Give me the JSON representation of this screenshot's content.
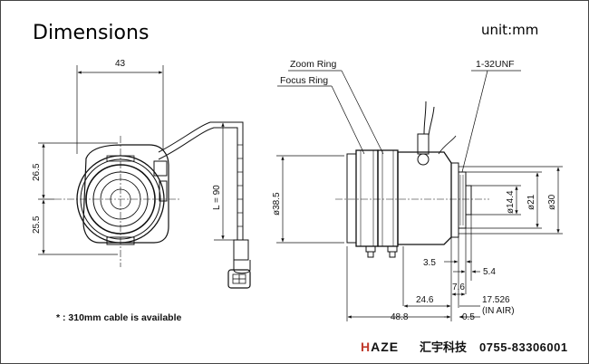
{
  "header": {
    "title": "Dimensions",
    "unit": "unit:mm"
  },
  "front_view": {
    "width_dim": "43",
    "top_height_dim": "26.5",
    "bottom_height_dim": "25.5",
    "cable_length": "L = 90"
  },
  "side_view": {
    "zoom_ring_label": "Zoom Ring",
    "focus_ring_label": "Focus Ring",
    "thread_label": "1-32UNF",
    "diameter_38_5": "ø38.5",
    "diameter_14_4": "ø14.4",
    "diameter_21": "ø21",
    "diameter_30": "ø30",
    "dim_3_5": "3.5",
    "dim_5_4": "5.4",
    "dim_7_6": "7.6",
    "dim_24_6": "24.6",
    "flange_back": "17.526",
    "flange_back_note": "(IN AIR)",
    "total_length": "48.8",
    "dim_0_5": "0.5"
  },
  "footnote": "* : 310mm cable is available",
  "footer": {
    "brand_prefix": "H",
    "brand_rest": "AZE",
    "brand_chinese": "汇宇科技",
    "phone": "0755-83306001"
  }
}
